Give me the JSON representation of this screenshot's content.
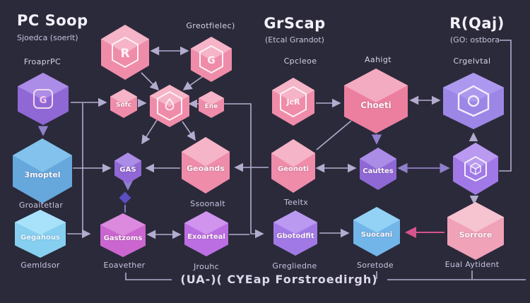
{
  "titles": {
    "left": {
      "title": "PC Soop",
      "subtitle": "Sjoedca (soerlt)"
    },
    "center": {
      "title": "GrScap",
      "subtitle": "(Etcal Grandot)"
    },
    "right": {
      "title": "R(Qaj)",
      "subtitle": "(GO: ostbora"
    }
  },
  "column_labels": {
    "froaprpc": "FroaprPC",
    "greotfielec": "Greotfielec)",
    "cpcleoe": "Cpcleoe",
    "aahigt": "Aahigt",
    "crgelvtal": "Crgelvtal"
  },
  "nodes": {
    "sofc": "Sofc",
    "ene": "Ene",
    "gas": "GAS",
    "saoptel": "3moptel",
    "geoands": "Geoands",
    "geonoti": "Geonoti",
    "choeti": "Choeti",
    "cauttes": "Cauttes",
    "gegahous": "Gegahous",
    "gastzoms": "Gastzoms",
    "exoarteal": "Exoarteal",
    "gbotodfit": "Gbotodfit",
    "suocani": "Suocani",
    "sorrore": "Sorrore"
  },
  "icons": {
    "r_glyph": "R",
    "g_glyph": "G",
    "jcr_glyph": "JcR",
    "gleft_glyph": "G"
  },
  "captions": {
    "groaitetlar": "Groaitetlar",
    "ssoonalt": "Ssoonalt",
    "teeltx": "Teeltx",
    "gemldsor": "Gemldsor",
    "eoavether": "Eoavether",
    "jrouhc": "Jrouhc",
    "gregliedne": "Gregliedne",
    "soretode": "Soretode",
    "eual_aytident": "Eual Aytident",
    "bottom": "(UA-)( CYEap Forstroedirgh)"
  },
  "colors": {
    "background": "#2b2a3a",
    "pink": "#ee8caa",
    "purple": "#8f68d6",
    "violet": "#bb6ee2",
    "orchid": "#cb66d0",
    "blue": "#72b5e8",
    "cyan": "#86cff0",
    "wire_gray": "#b3accf",
    "wire_purple": "#9180cc",
    "wire_pink": "#d6548c"
  }
}
